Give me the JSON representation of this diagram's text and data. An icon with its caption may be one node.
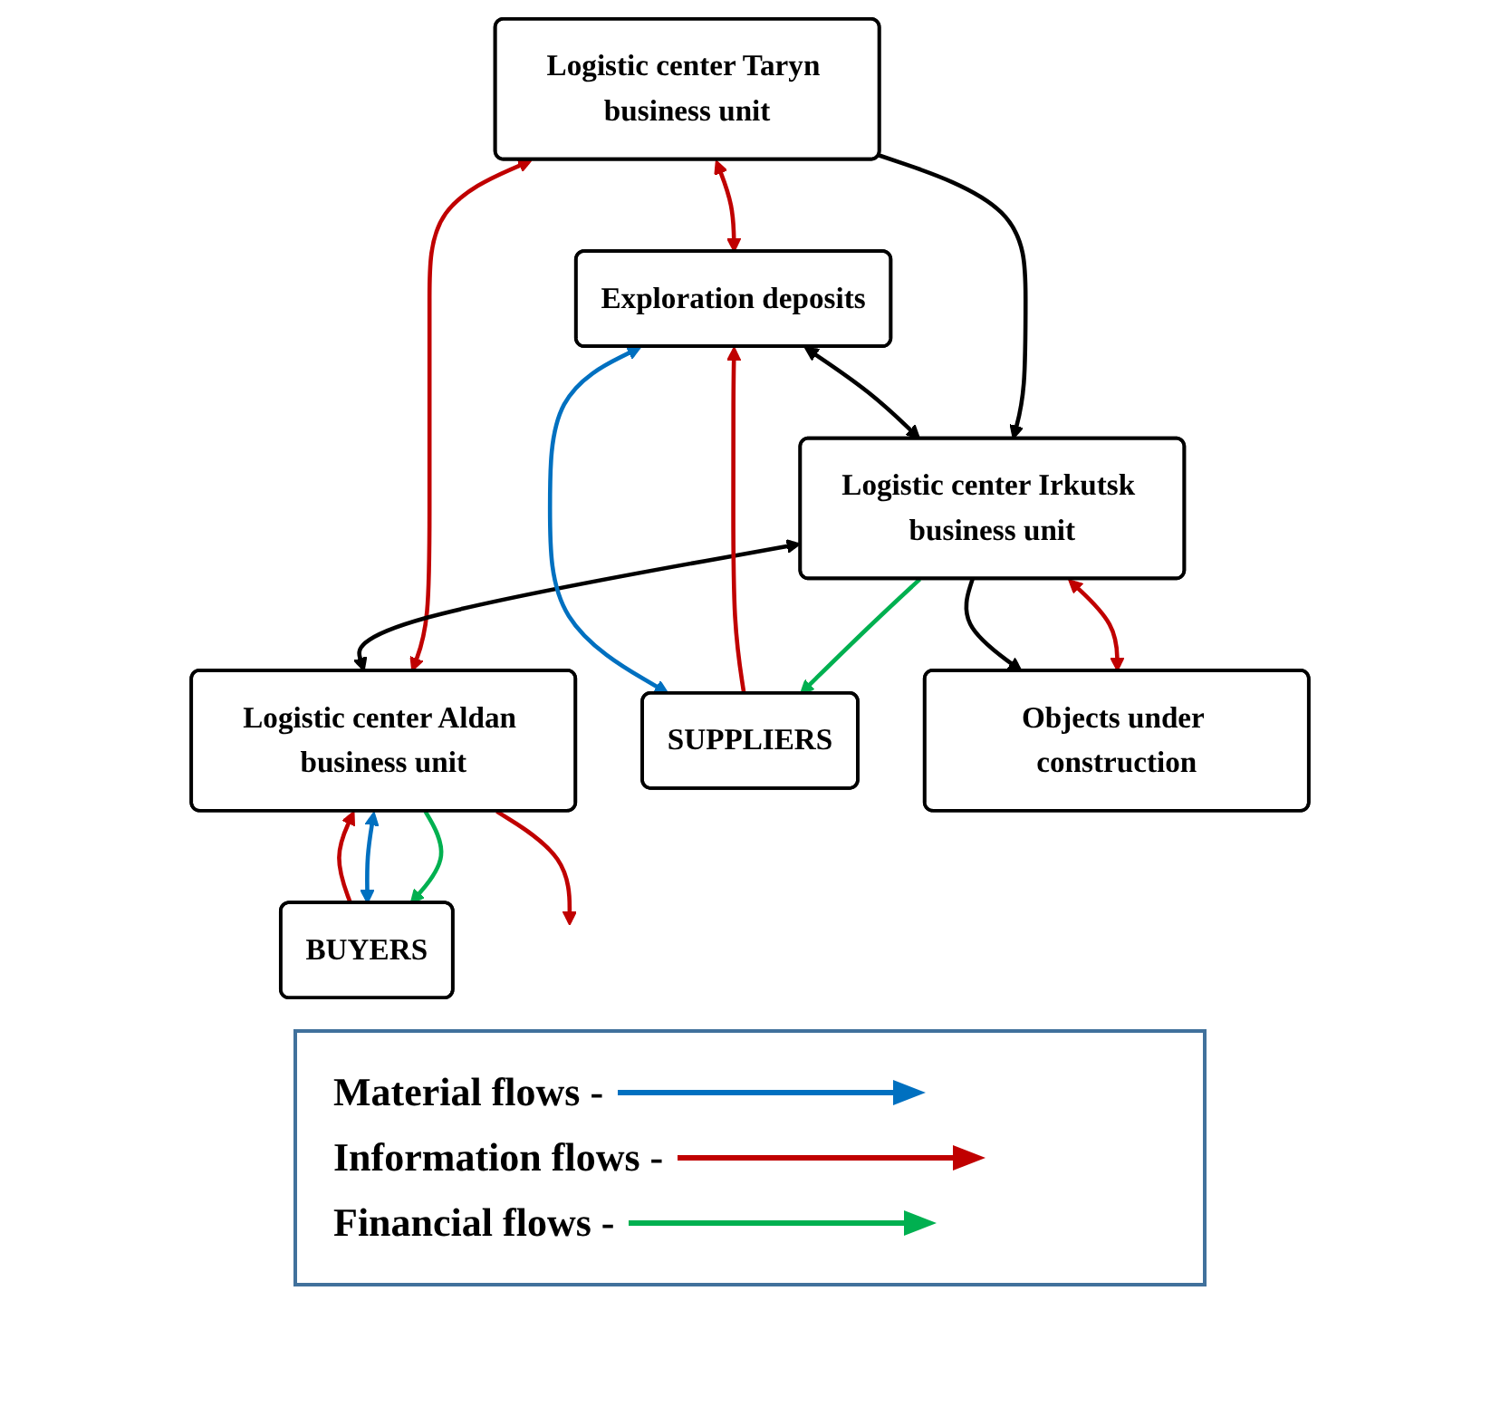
{
  "diagram": {
    "nodes": [
      {
        "text": [
          "Logistic center Taryn business unit"
        ]
      },
      {
        "text": [
          "Exploration deposits"
        ]
      },
      {
        "text": [
          "Logistic center Irkutsk business unit"
        ]
      },
      {
        "text": [
          "Logistic center Aldan business unit"
        ]
      },
      {
        "text": [
          "SUPPLIERS"
        ]
      },
      {
        "text": [
          "Objects under construction"
        ]
      },
      {
        "text": [
          "BUYERS"
        ]
      }
    ],
    "edges": [
      {
        "from": 0,
        "to": 1,
        "arrow": "both",
        "color": "#c00000"
      },
      {
        "from": 0,
        "to": 2,
        "arrow": "to",
        "color": "#000000"
      },
      {
        "from": 0,
        "to": 3,
        "arrow": "both",
        "color": "#c00000"
      },
      {
        "from": 1,
        "to": 2,
        "arrow": "both",
        "color": "#000000"
      },
      {
        "from": 2,
        "to": 3,
        "arrow": "both",
        "color": "#000000"
      },
      {
        "from": 4,
        "to": 1,
        "arrow": "to",
        "color": "#c00000"
      },
      {
        "from": 4,
        "to": 1,
        "arrow": "both",
        "color": "#0070c0"
      },
      {
        "from": 2,
        "to": 4,
        "arrow": "to",
        "color": "#00b050"
      },
      {
        "from": 2,
        "to": 5,
        "arrow": "both",
        "color": "#c00000"
      },
      {
        "from": 2,
        "to": 5,
        "arrow": "to",
        "color": "#000000"
      },
      {
        "from": 6,
        "to": 3,
        "arrow": "to",
        "color": "#c00000"
      },
      {
        "from": 3,
        "to": 6,
        "arrow": "to",
        "color": "#00b050"
      },
      {
        "from": 3,
        "to": 6,
        "arrow": "both",
        "color": "#0070c0"
      },
      {
        "from": 3,
        "to": null,
        "arrow": "to",
        "color": "#c00000"
      }
    ],
    "legend": [
      {
        "text": "Material flows -",
        "color": "#0070c0"
      },
      {
        "text": "Information flows -",
        "color": "#c00000"
      },
      {
        "text": "Financial flows -",
        "color": "#00b050"
      }
    ]
  }
}
